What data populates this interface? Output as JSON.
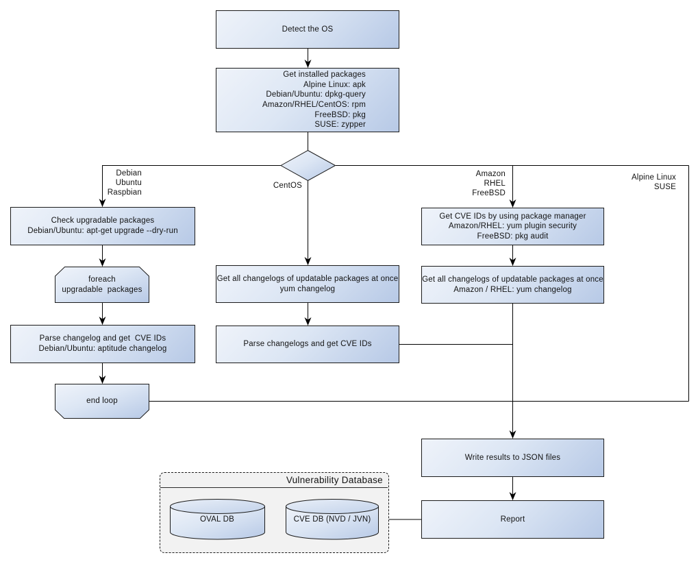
{
  "nodes": {
    "detect_os": "Detect the OS",
    "get_installed": "Get installed packages\nAlpine Linux: apk\nDebian/Ubuntu: dpkg-query\nAmazon/RHEL/CentOS: rpm\nFreeBSD: pkg\nSUSE: zypper",
    "check_upgradable": "Check upgradable packages\nDebian/Ubuntu: apt-get upgrade --dry-run",
    "foreach_loop": "foreach\nupgradable  packages",
    "parse_changelog_debian": "Parse changelog and get  CVE IDs\nDebian/Ubuntu: aptitude changelog",
    "end_loop": "end loop",
    "get_changelogs_centos": "Get all changelogs of updatable packages at once\nyum changelog",
    "parse_changelogs_centos": "Parse changelogs and get CVE IDs",
    "get_cve_pkgmgr": "Get CVE IDs by using package manager\nAmazon/RHEL: yum plugin security\nFreeBSD: pkg audit",
    "get_changelogs_amazon": "Get all changelogs of updatable packages at once\nAmazon / RHEL: yum changelog",
    "write_json": "Write results to JSON files",
    "report": "Report"
  },
  "branch_labels": {
    "debian": "Debian\nUbuntu\nRaspbian",
    "centos": "CentOS",
    "amazon": "Amazon\nRHEL\nFreeBSD",
    "alpine": "Alpine Linux\nSUSE"
  },
  "vulndb": {
    "title": "Vulnerability Database",
    "oval_db": "OVAL DB",
    "cve_db": "CVE DB (NVD / JVN)"
  },
  "colors": {
    "node_gradient_start": "#eff3fa",
    "node_gradient_end": "#b7c9e6",
    "node_border": "#1a1a1a",
    "connector": "#000000",
    "group_fill": "#f2f2f2"
  }
}
